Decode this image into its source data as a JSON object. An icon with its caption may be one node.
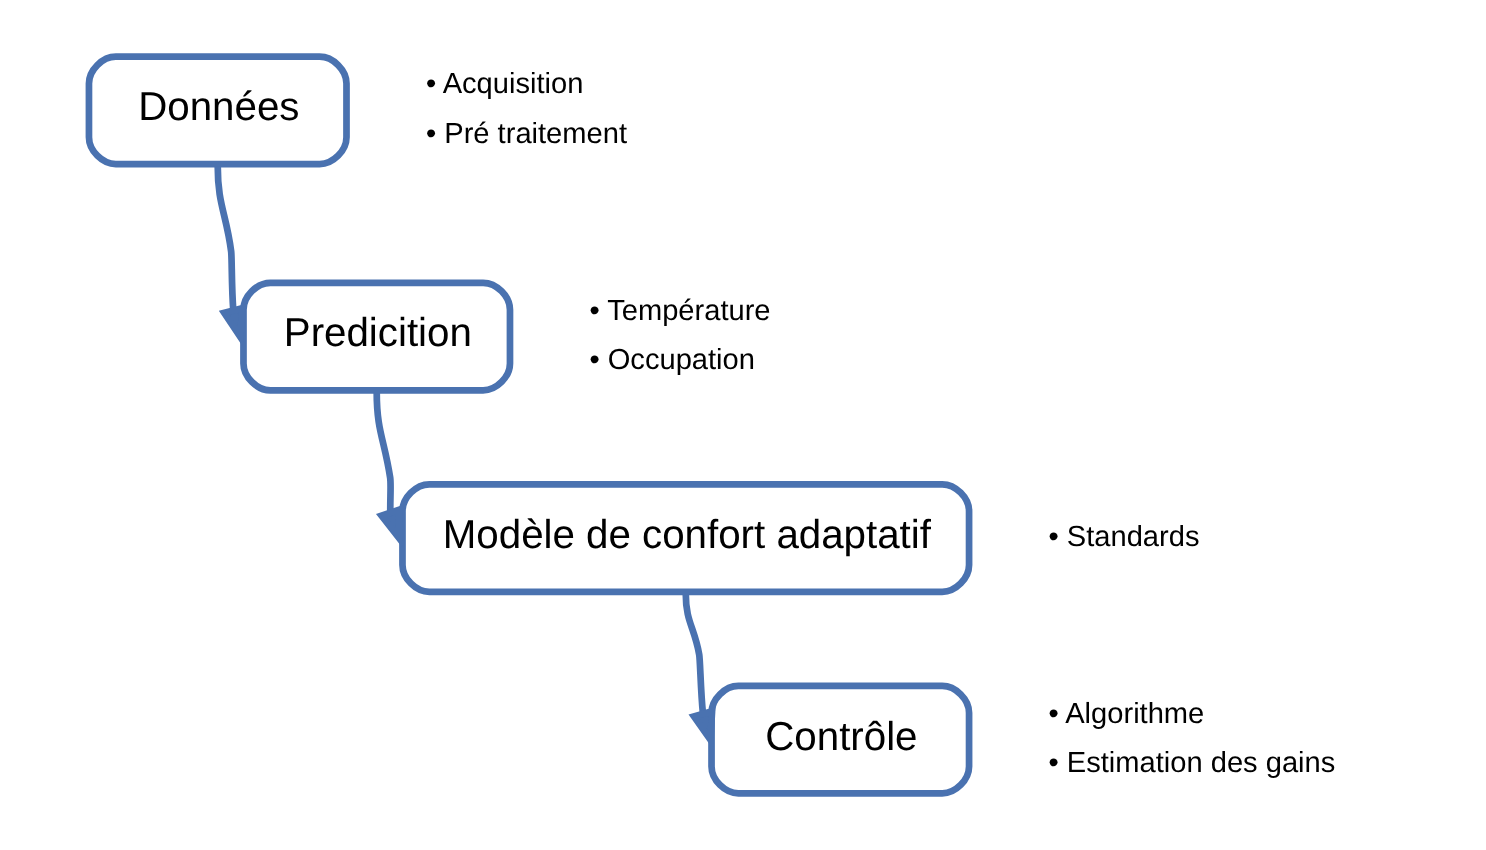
{
  "diagram": {
    "nodes": [
      {
        "text": [
          "Données"
        ],
        "beside": [
          "• Acquisition",
          "• Pré traitement"
        ]
      },
      {
        "text": [
          "Predicition"
        ],
        "beside": [
          "• Température",
          "• Occupation"
        ]
      },
      {
        "text": [
          "Modèle de confort adaptatif"
        ],
        "beside": [
          "• Standards"
        ]
      },
      {
        "text": [
          "Contrôle"
        ],
        "beside": [
          "• Algorithme",
          "• Estimation des gains"
        ]
      }
    ],
    "edges": [
      {
        "from": 0,
        "to": 1,
        "arrow": "to"
      },
      {
        "from": 1,
        "to": 2,
        "arrow": "to"
      },
      {
        "from": 2,
        "to": 3,
        "arrow": "to"
      }
    ]
  }
}
